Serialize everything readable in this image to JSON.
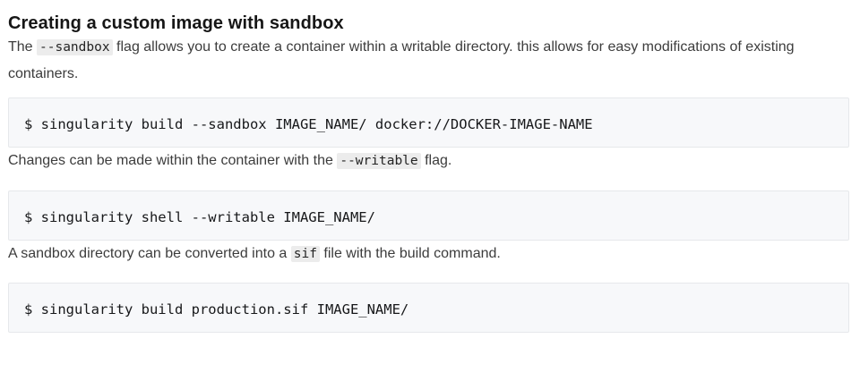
{
  "page": {
    "title": "Creating a custom image with sandbox"
  },
  "sections": {
    "intro": {
      "pre": "The ",
      "code": "--sandbox",
      "post": " flag allows you to create a container within a writable directory. this allows for easy modifications of existing containers."
    },
    "writable": {
      "pre": "Changes can be made within the container with the ",
      "code": "--writable",
      "post": " flag."
    },
    "convert": {
      "pre": "A sandbox directory can be converted into a ",
      "code": "sif",
      "post": " file with the build command."
    }
  },
  "code_blocks": {
    "build_sandbox": "$ singularity build --sandbox IMAGE_NAME/ docker://DOCKER-IMAGE-NAME",
    "shell_writable": "$ singularity shell --writable IMAGE_NAME/",
    "build_sif": "$ singularity build production.sif IMAGE_NAME/"
  },
  "colors": {
    "page_bg": "#ffffff",
    "heading_text": "#161616",
    "body_text": "#3c3c3c",
    "inline_code_bg": "#ececec",
    "inline_code_text": "#242424",
    "code_block_bg": "#f7f8fa",
    "code_block_border": "#e6e8eb",
    "code_block_text": "#17181a"
  }
}
